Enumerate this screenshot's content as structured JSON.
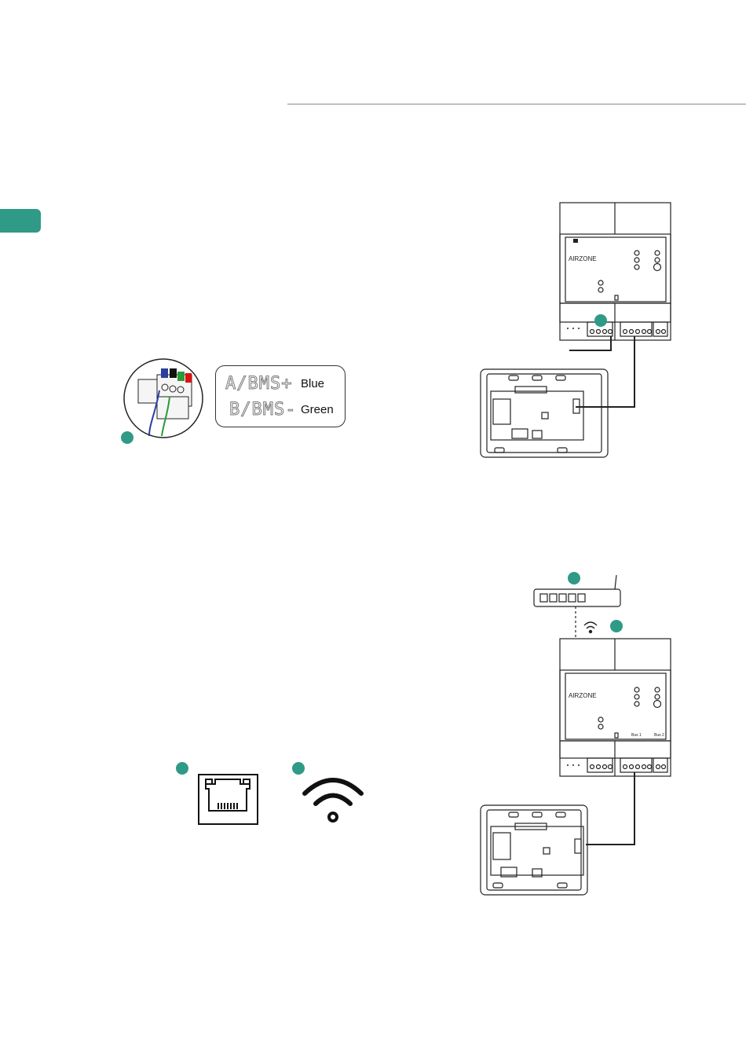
{
  "page": {
    "accent_color": "#2f9a86"
  },
  "wiring_legend": {
    "rows": [
      {
        "terminal": "A/BMS+",
        "wire": "Blue"
      },
      {
        "terminal": "B/BMS-",
        "wire": "Green"
      }
    ]
  },
  "device": {
    "logo": "AIRZONE",
    "bus1_label": "Bus 1",
    "bus2_label": "Bus 2"
  },
  "icons": {
    "ethernet": "ethernet-port-icon",
    "wifi": "wifi-icon",
    "router": "router-icon"
  }
}
